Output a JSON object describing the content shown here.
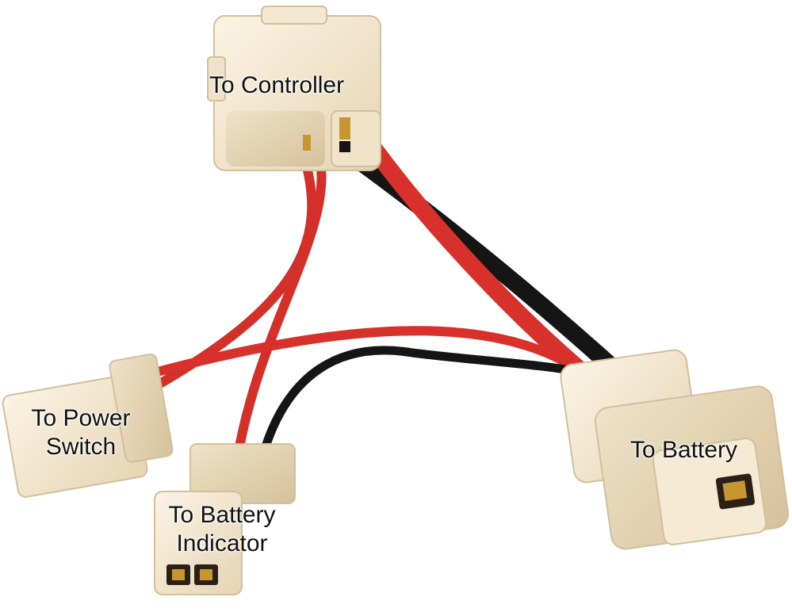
{
  "labels": {
    "controller": "To Controller",
    "power_switch_line1": "To Power",
    "power_switch_line2": "Switch",
    "battery": "To Battery",
    "indicator_line1": "To Battery",
    "indicator_line2": "Indicator"
  },
  "colors": {
    "connector_body": "#f7ecd6",
    "connector_shade": "#e3d2b3",
    "red_wire": "#d8302a",
    "black_wire": "#151515",
    "terminal_gold": "#c8962f"
  }
}
